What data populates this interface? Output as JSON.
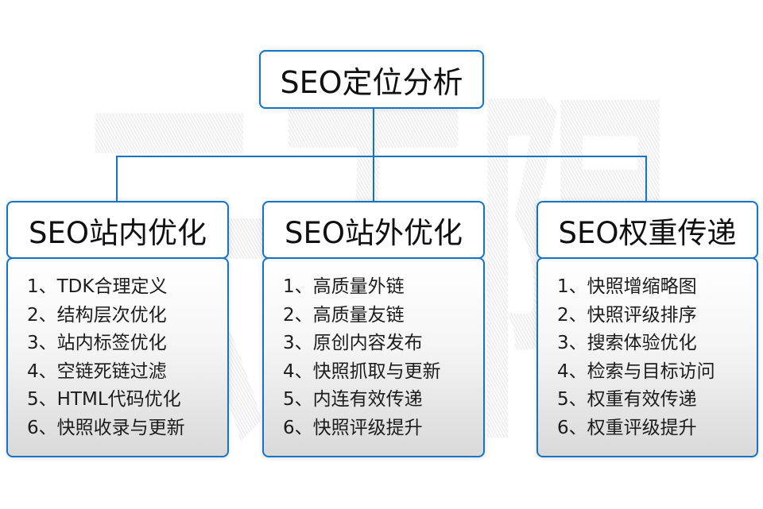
{
  "watermark": {
    "text": "云无限"
  },
  "root": {
    "title": "SEO定位分析"
  },
  "columns": [
    {
      "title": "SEO站内优化",
      "items": [
        "1、TDK合理定义",
        "2、结构层次优化",
        "3、站内标签优化",
        "4、空链死链过滤",
        "5、HTML代码优化",
        "6、快照收录与更新"
      ]
    },
    {
      "title": "SEO站外优化",
      "items": [
        "1、高质量外链",
        "2、高质量友链",
        "3、原创内容发布",
        "4、快照抓取与更新",
        "5、内连有效传递",
        "6、快照评级提升"
      ]
    },
    {
      "title": "SEO权重传递",
      "items": [
        "1、快照增缩略图",
        "2、快照评级排序",
        "3、搜索体验优化",
        "4、检索与目标访问",
        "5、权重有效传递",
        "6、权重评级提升"
      ]
    }
  ],
  "colors": {
    "accent": "#1374c6",
    "panel_top": "#ffffff",
    "panel_bottom": "#d9d9d9",
    "text": "#1c1c1c",
    "watermark_gray": "#ececec"
  }
}
